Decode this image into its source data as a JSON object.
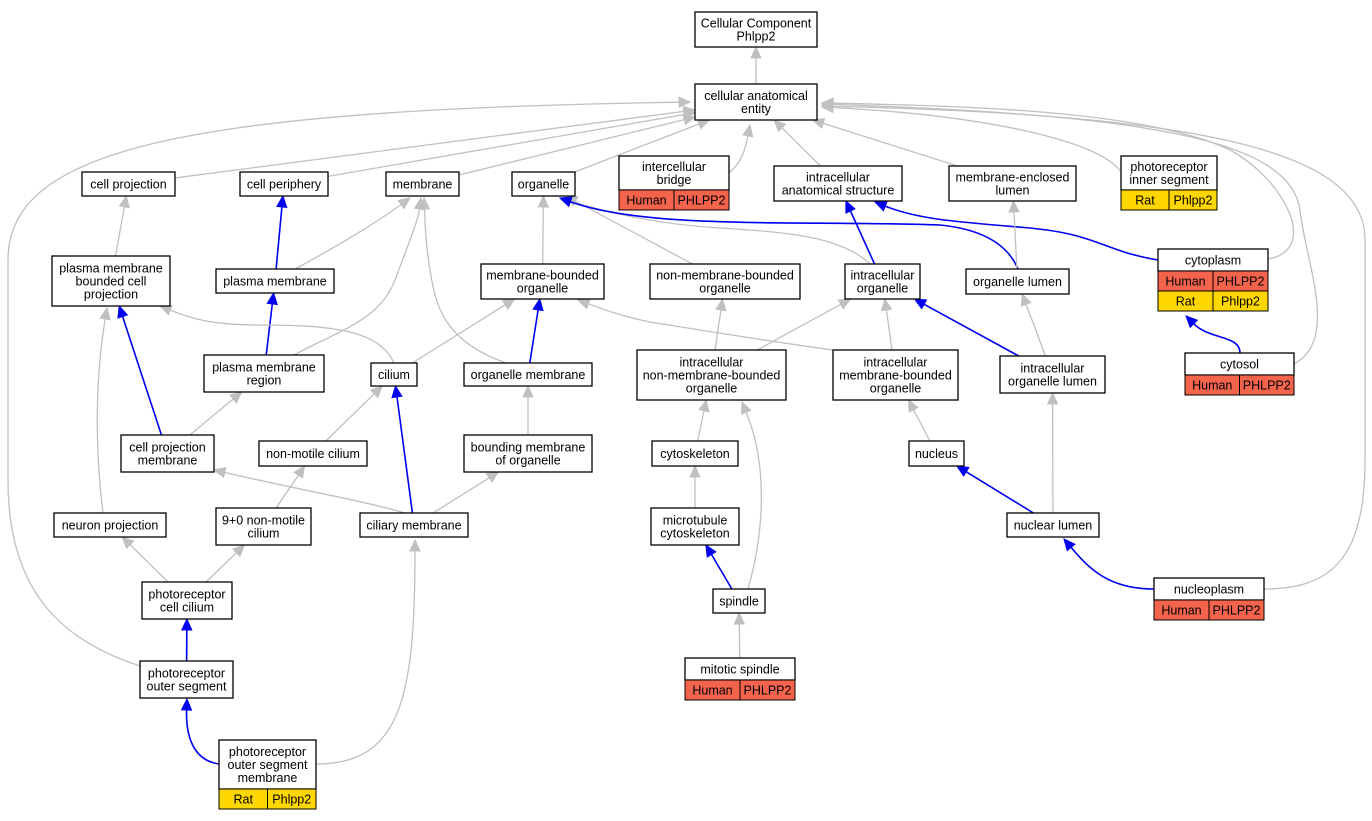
{
  "nodes": {
    "root": {
      "lines": [
        "Cellular Component",
        "Phlpp2"
      ]
    },
    "cae": {
      "lines": [
        "cellular anatomical",
        "entity"
      ]
    },
    "cellproj": {
      "lines": [
        "cell projection"
      ]
    },
    "cellper": {
      "lines": [
        "cell periphery"
      ]
    },
    "membrane": {
      "lines": [
        "membrane"
      ]
    },
    "organelle": {
      "lines": [
        "organelle"
      ]
    },
    "icbridge": {
      "lines": [
        "intercellular",
        "bridge"
      ],
      "cells": [
        {
          "kind": "human",
          "text": "Human"
        },
        {
          "kind": "human",
          "text": "PHLPP2"
        }
      ]
    },
    "ias": {
      "lines": [
        "intracellular",
        "anatomical structure"
      ]
    },
    "melumen": {
      "lines": [
        "membrane-enclosed",
        "lumen"
      ]
    },
    "pris": {
      "lines": [
        "photoreceptor",
        "inner segment"
      ],
      "cells": [
        {
          "kind": "rat",
          "text": "Rat"
        },
        {
          "kind": "rat",
          "text": "Phlpp2"
        }
      ]
    },
    "pmbcp": {
      "lines": [
        "plasma membrane",
        "bounded cell",
        "projection"
      ]
    },
    "pm": {
      "lines": [
        "plasma membrane"
      ]
    },
    "mbo": {
      "lines": [
        "membrane-bounded",
        "organelle"
      ]
    },
    "nmbo": {
      "lines": [
        "non-membrane-bounded",
        "organelle"
      ]
    },
    "io": {
      "lines": [
        "intracellular",
        "organelle"
      ]
    },
    "olumen": {
      "lines": [
        "organelle lumen"
      ]
    },
    "cytoplasm": {
      "lines": [
        "cytoplasm"
      ],
      "cells": [
        {
          "kind": "human",
          "text": "Human"
        },
        {
          "kind": "human",
          "text": "PHLPP2"
        },
        {
          "kind": "rat",
          "text": "Rat"
        },
        {
          "kind": "rat",
          "text": "Phlpp2"
        }
      ]
    },
    "pmr": {
      "lines": [
        "plasma membrane",
        "region"
      ]
    },
    "cilium": {
      "lines": [
        "cilium"
      ]
    },
    "omem": {
      "lines": [
        "organelle membrane"
      ]
    },
    "inmbo": {
      "lines": [
        "intracellular",
        "non-membrane-bounded",
        "organelle"
      ]
    },
    "imbo": {
      "lines": [
        "intracellular",
        "membrane-bounded",
        "organelle"
      ]
    },
    "iol": {
      "lines": [
        "intracellular",
        "organelle lumen"
      ]
    },
    "cytosol": {
      "lines": [
        "cytosol"
      ],
      "cells": [
        {
          "kind": "human",
          "text": "Human"
        },
        {
          "kind": "human",
          "text": "PHLPP2"
        }
      ]
    },
    "cpm": {
      "lines": [
        "cell projection",
        "membrane"
      ]
    },
    "nmc": {
      "lines": [
        "non-motile cilium"
      ]
    },
    "bmo": {
      "lines": [
        "bounding membrane",
        "of organelle"
      ]
    },
    "cytoskel": {
      "lines": [
        "cytoskeleton"
      ]
    },
    "nucleus": {
      "lines": [
        "nucleus"
      ]
    },
    "neuproj": {
      "lines": [
        "neuron projection"
      ]
    },
    "nmc90": {
      "lines": [
        "9+0 non-motile",
        "cilium"
      ]
    },
    "ciliarym": {
      "lines": [
        "ciliary membrane"
      ]
    },
    "mtcs": {
      "lines": [
        "microtubule",
        "cytoskeleton"
      ]
    },
    "nlumen": {
      "lines": [
        "nuclear lumen"
      ]
    },
    "prcc": {
      "lines": [
        "photoreceptor",
        "cell cilium"
      ]
    },
    "spindle": {
      "lines": [
        "spindle"
      ]
    },
    "nucleoplasm": {
      "lines": [
        "nucleoplasm"
      ],
      "cells": [
        {
          "kind": "human",
          "text": "Human"
        },
        {
          "kind": "human",
          "text": "PHLPP2"
        }
      ]
    },
    "pros": {
      "lines": [
        "photoreceptor",
        "outer segment"
      ]
    },
    "mitsp": {
      "lines": [
        "mitotic spindle"
      ],
      "cells": [
        {
          "kind": "human",
          "text": "Human"
        },
        {
          "kind": "human",
          "text": "PHLPP2"
        }
      ]
    },
    "prosm": {
      "lines": [
        "photoreceptor",
        "outer segment",
        "membrane"
      ],
      "cells": [
        {
          "kind": "rat",
          "text": "Rat"
        },
        {
          "kind": "rat",
          "text": "Phlpp2"
        }
      ]
    }
  },
  "edges": [
    {
      "from": "cae",
      "to": "root",
      "color": "gray"
    },
    {
      "from": "cellproj",
      "to": "cae",
      "color": "gray"
    },
    {
      "from": "cellper",
      "to": "cae",
      "color": "gray"
    },
    {
      "from": "membrane",
      "to": "cae",
      "color": "gray"
    },
    {
      "from": "organelle",
      "to": "cae",
      "color": "gray"
    },
    {
      "from": "icbridge",
      "to": "cae",
      "color": "gray"
    },
    {
      "from": "ias",
      "to": "cae",
      "color": "gray"
    },
    {
      "from": "melumen",
      "to": "cae",
      "color": "gray"
    },
    {
      "from": "pris",
      "to": "cae",
      "color": "gray"
    },
    {
      "from": "cytoplasm",
      "to": "cae",
      "color": "gray"
    },
    {
      "from": "cytosol",
      "to": "cae",
      "color": "gray"
    },
    {
      "from": "nucleoplasm",
      "to": "cae",
      "color": "gray"
    },
    {
      "from": "pros",
      "to": "cae",
      "color": "gray"
    },
    {
      "from": "pmbcp",
      "to": "cellproj",
      "color": "gray"
    },
    {
      "from": "pm",
      "to": "cellper",
      "color": "blue"
    },
    {
      "from": "pm",
      "to": "membrane",
      "color": "gray"
    },
    {
      "from": "pmr",
      "to": "membrane",
      "color": "gray"
    },
    {
      "from": "omem",
      "to": "membrane",
      "color": "gray"
    },
    {
      "from": "mbo",
      "to": "organelle",
      "color": "gray"
    },
    {
      "from": "nmbo",
      "to": "organelle",
      "color": "gray"
    },
    {
      "from": "io",
      "to": "organelle",
      "color": "gray"
    },
    {
      "from": "olumen",
      "to": "organelle",
      "color": "blue"
    },
    {
      "from": "io",
      "to": "ias",
      "color": "blue"
    },
    {
      "from": "cytoplasm",
      "to": "ias",
      "color": "blue"
    },
    {
      "from": "olumen",
      "to": "melumen",
      "color": "gray"
    },
    {
      "from": "pmr",
      "to": "pm",
      "color": "blue"
    },
    {
      "from": "cpm",
      "to": "pmbcp",
      "color": "blue"
    },
    {
      "from": "cilium",
      "to": "pmbcp",
      "color": "gray"
    },
    {
      "from": "neuproj",
      "to": "pmbcp",
      "color": "gray"
    },
    {
      "from": "cpm",
      "to": "pmr",
      "color": "gray"
    },
    {
      "from": "cilium",
      "to": "mbo",
      "color": "gray"
    },
    {
      "from": "omem",
      "to": "mbo",
      "color": "blue"
    },
    {
      "from": "imbo",
      "to": "mbo",
      "color": "gray"
    },
    {
      "from": "inmbo",
      "to": "nmbo",
      "color": "gray"
    },
    {
      "from": "inmbo",
      "to": "io",
      "color": "gray"
    },
    {
      "from": "imbo",
      "to": "io",
      "color": "gray"
    },
    {
      "from": "iol",
      "to": "io",
      "color": "blue"
    },
    {
      "from": "iol",
      "to": "olumen",
      "color": "gray"
    },
    {
      "from": "cytosol",
      "to": "cytoplasm",
      "color": "blue"
    },
    {
      "from": "nmc",
      "to": "cilium",
      "color": "gray"
    },
    {
      "from": "ciliarym",
      "to": "cilium",
      "color": "blue"
    },
    {
      "from": "bmo",
      "to": "omem",
      "color": "gray"
    },
    {
      "from": "ciliarym",
      "to": "cpm",
      "color": "gray"
    },
    {
      "from": "nmc90",
      "to": "nmc",
      "color": "gray"
    },
    {
      "from": "ciliarym",
      "to": "bmo",
      "color": "gray"
    },
    {
      "from": "cytoskel",
      "to": "inmbo",
      "color": "gray"
    },
    {
      "from": "spindle",
      "to": "inmbo",
      "color": "gray"
    },
    {
      "from": "nucleus",
      "to": "imbo",
      "color": "gray"
    },
    {
      "from": "nlumen",
      "to": "iol",
      "color": "gray"
    },
    {
      "from": "prcc",
      "to": "neuproj",
      "color": "gray"
    },
    {
      "from": "prcc",
      "to": "nmc90",
      "color": "gray"
    },
    {
      "from": "prosm",
      "to": "ciliarym",
      "color": "gray"
    },
    {
      "from": "mtcs",
      "to": "cytoskel",
      "color": "gray"
    },
    {
      "from": "nlumen",
      "to": "nucleus",
      "color": "blue"
    },
    {
      "from": "pros",
      "to": "prcc",
      "color": "blue"
    },
    {
      "from": "spindle",
      "to": "mtcs",
      "color": "blue"
    },
    {
      "from": "nucleoplasm",
      "to": "nlumen",
      "color": "blue"
    },
    {
      "from": "prosm",
      "to": "pros",
      "color": "blue"
    },
    {
      "from": "mitsp",
      "to": "spindle",
      "color": "gray"
    }
  ]
}
